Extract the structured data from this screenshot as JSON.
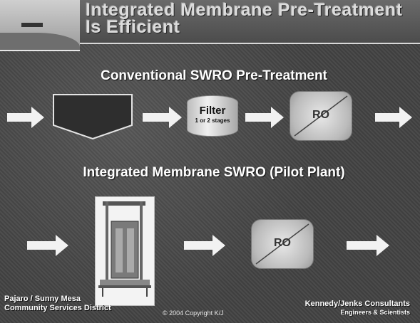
{
  "title": "Integrated Membrane Pre-Treatment Is Efficient",
  "section1": {
    "heading": "Conventional SWRO Pre-Treatment",
    "filter_label": "Filter",
    "filter_sublabel": "1 or 2 stages",
    "ro_label": "RO"
  },
  "section2": {
    "heading": "Integrated Membrane SWRO (Pilot Plant)",
    "ro_label": "RO"
  },
  "footer": {
    "org_line1": "Pajaro / Sunny Mesa",
    "org_line2": "Community Services District",
    "copyright": "© 2004 Copyright K/J",
    "company": "Kennedy/Jenks Consultants",
    "tagline": "Engineers & Scientists"
  },
  "colors": {
    "arrow": "#f2f2f2",
    "text": "#ffffff"
  },
  "icons": [
    "arrow-right-icon",
    "filter-cylinder-icon",
    "ro-unit-icon",
    "pilot-plant-image"
  ]
}
